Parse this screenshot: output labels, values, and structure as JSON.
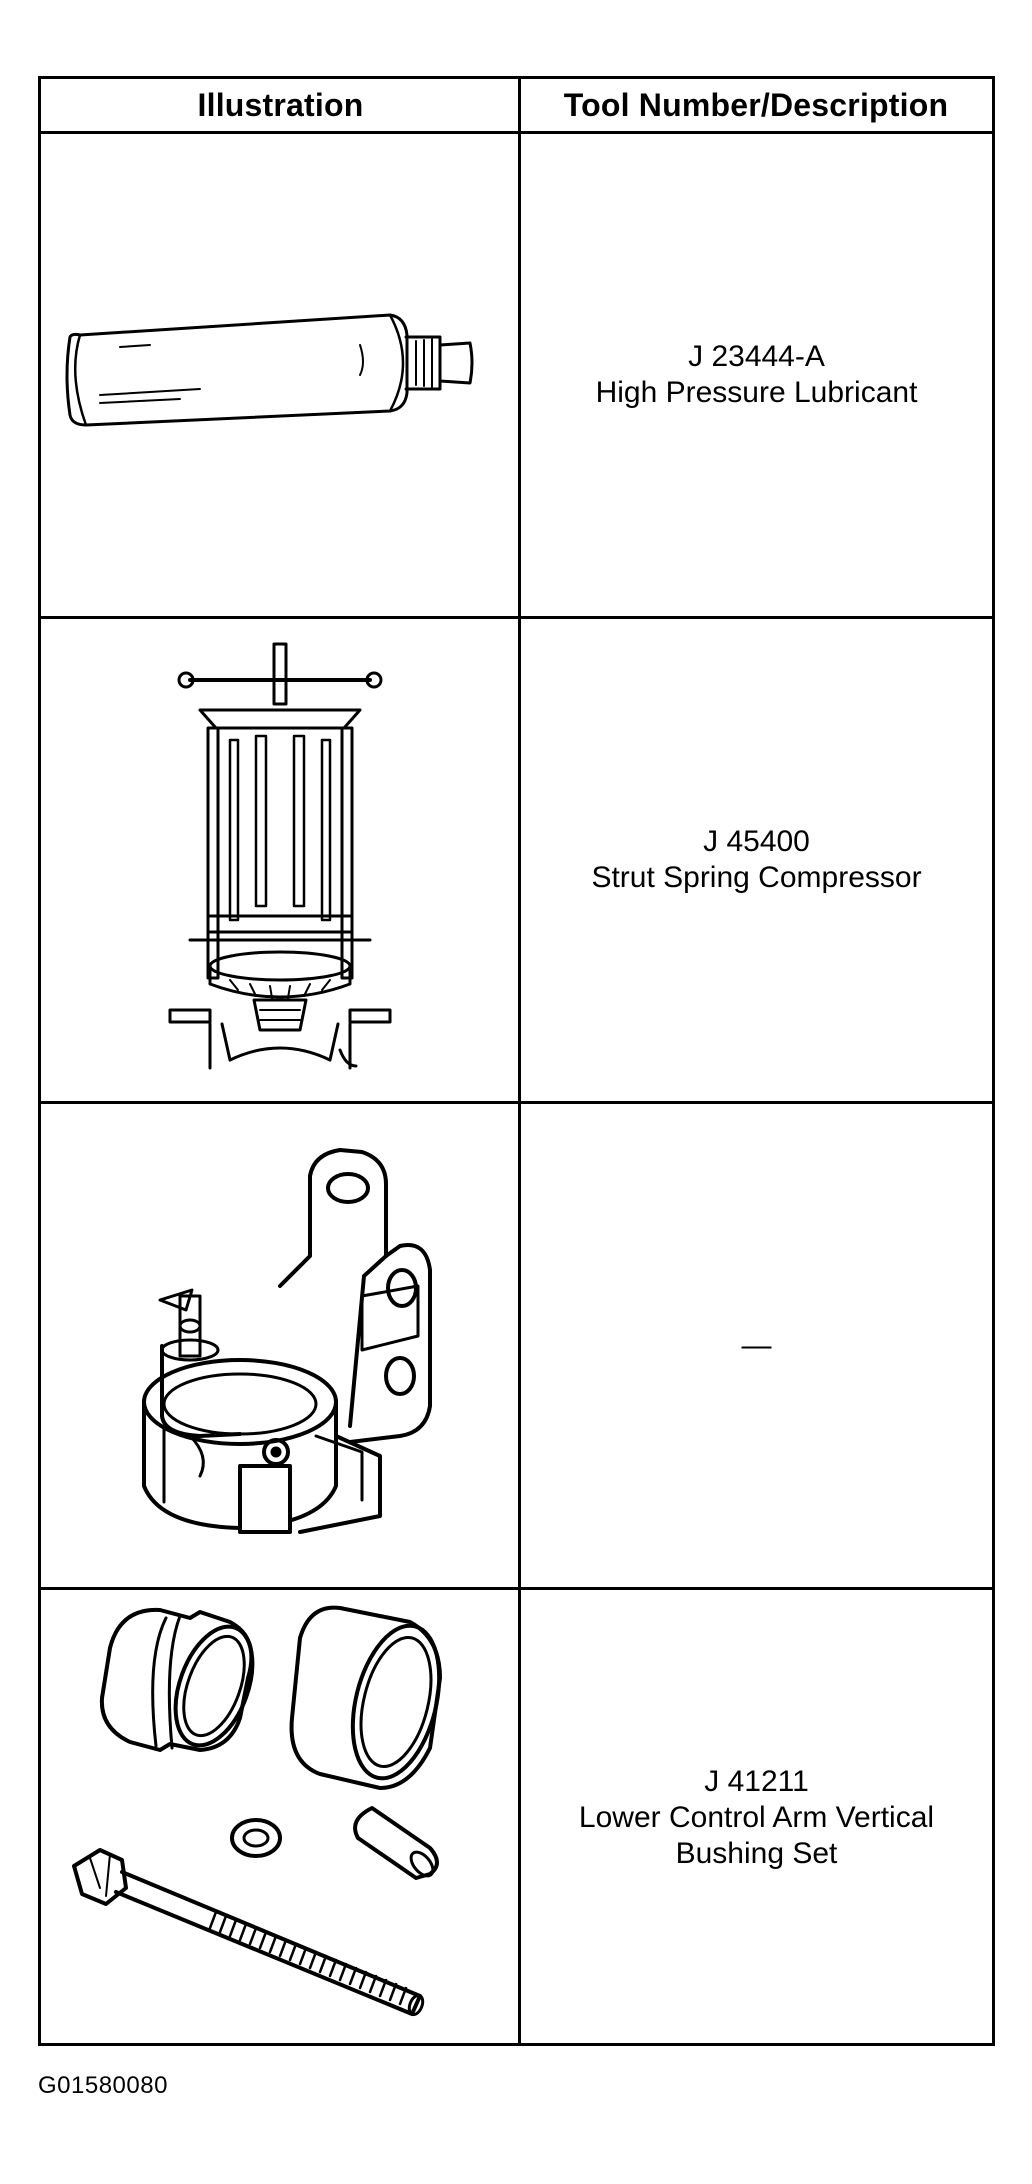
{
  "header": {
    "illustration": "Illustration",
    "tool": "Tool Number/Description"
  },
  "rows": [
    {
      "number": "J 23444-A",
      "description": "High Pressure Lubricant",
      "icon": "lubricant-tube-icon"
    },
    {
      "number": "J 45400",
      "description": "Strut Spring Compressor",
      "icon": "strut-spring-compressor-icon"
    },
    {
      "number": "—",
      "description": "",
      "icon": "compressor-adapter-icon"
    },
    {
      "number": "J 41211",
      "description_lines": [
        "Lower Control Arm Vertical",
        "Bushing Set"
      ],
      "icon": "bushing-set-icon"
    }
  ],
  "figure_code": "G01580080"
}
